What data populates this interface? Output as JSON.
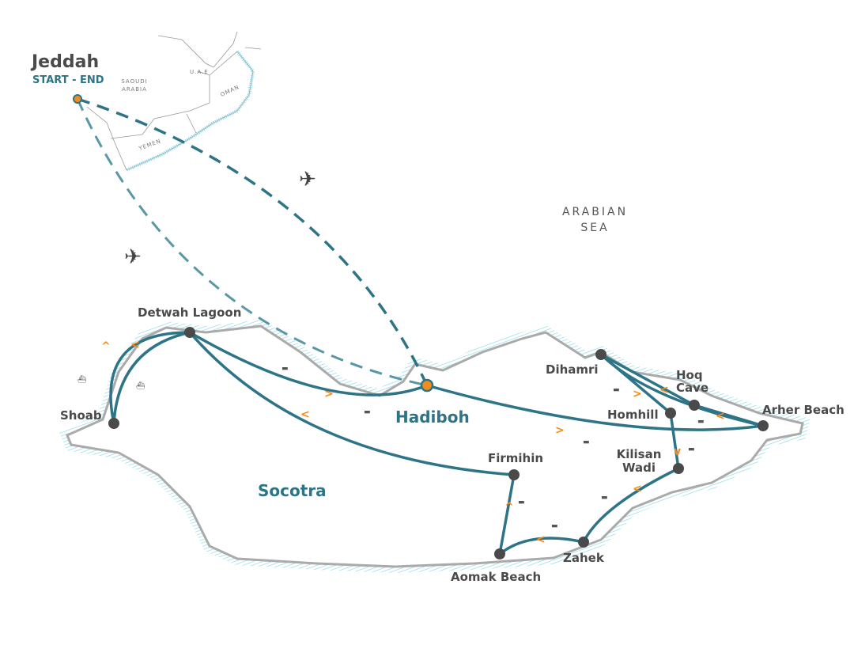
{
  "origin": {
    "name": "Jeddah",
    "subtitle": "START - END"
  },
  "inset_labels": [
    "SAOUDI ARABIA",
    "U.A.E",
    "OMAN",
    "YEMEN"
  ],
  "sea": "ARABIAN SEA",
  "island": "Socotra",
  "hub": "Hadiboh",
  "stops": [
    "Detwah Lagoon",
    "Shoab",
    "Dihamri",
    "Hoq Cave",
    "Homhill",
    "Arher Beach",
    "Kilisan Wadi",
    "Firmihin",
    "Zahek",
    "Aomak Beach"
  ],
  "colors": {
    "route": "#2e7487",
    "marker": "#4a4a4a",
    "hub": "#f28c1c",
    "coast": "#7fd3e6",
    "arrow": "#f28c1c"
  }
}
